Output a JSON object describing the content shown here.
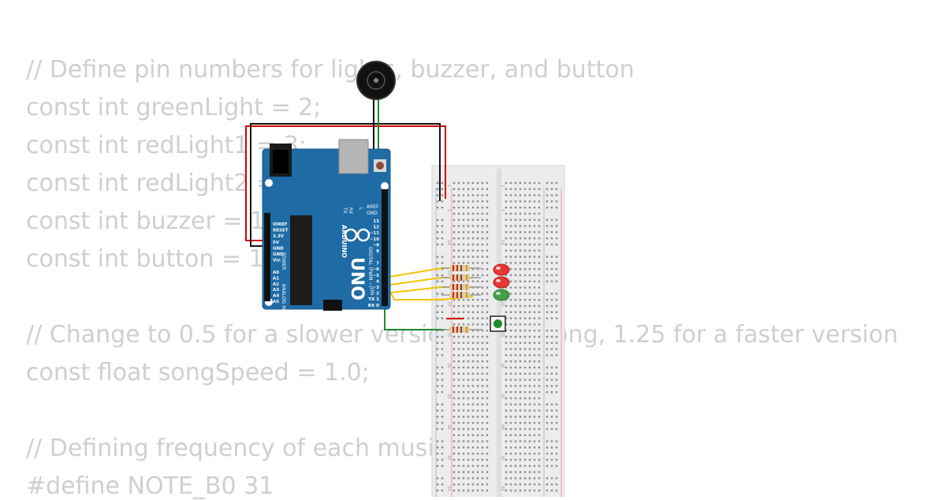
{
  "code_lines": [
    {
      "text": "// Define pin numbers for lights, buzzer, and button"
    },
    {
      "text": "const int greenLight = 2;"
    },
    {
      "text": "const int redLight1 = 3;"
    },
    {
      "text": "const int redLight2 = 4;"
    },
    {
      "text": "const int buzzer = 10;"
    },
    {
      "text": "const int button = 1;"
    },
    {
      "text": ""
    },
    {
      "text": "// Change to 0.5 for a slower version of the song, 1.25 for a faster version"
    },
    {
      "text": "const float songSpeed = 1.0;"
    },
    {
      "text": ""
    },
    {
      "text": "// Defining frequency of each music note"
    },
    {
      "text": "#define NOTE_B0 31"
    }
  ],
  "arduino": {
    "brand": "ARDUINO",
    "model": "UNO",
    "power_pins": [
      "IOREF",
      "RESET",
      "3.3V",
      "5V",
      "GND",
      "GND",
      "Vin"
    ],
    "power_header": "POWER",
    "analog_pins": [
      "A0",
      "A1",
      "A2",
      "A3",
      "A4",
      "A5"
    ],
    "analog_header": "ANALOG IN",
    "digital_header": "DIGITAL (PWM ~)",
    "digital_pins": [
      "13",
      "12",
      "~11",
      "~10",
      "~9",
      "8",
      "7",
      "~6",
      "~5",
      "4",
      "~3",
      "2",
      "TX 1",
      "RX 0"
    ],
    "aref": "AREF",
    "gnd": "GND",
    "on_label": "ON",
    "tx_label": "TX",
    "rx_label": "RX",
    "l_label": "L"
  },
  "breadboard": {
    "row_numbers": [
      "1",
      "5",
      "10",
      "15",
      "20",
      "25",
      "30",
      "35",
      "40",
      "45",
      "50"
    ]
  },
  "colors": {
    "board_blue": "#1f6ba5",
    "wire_red": "#d50000",
    "wire_black": "#111111",
    "wire_green": "#1f8a2a",
    "wire_yellow": "#f2c300",
    "led_red": "#e53935",
    "led_green": "#43a047"
  },
  "components": {
    "buzzer": {
      "icon": "buzzer-icon"
    },
    "leds": [
      {
        "color": "red"
      },
      {
        "color": "red"
      },
      {
        "color": "green"
      }
    ],
    "button": {
      "icon": "pushbutton-icon"
    }
  }
}
